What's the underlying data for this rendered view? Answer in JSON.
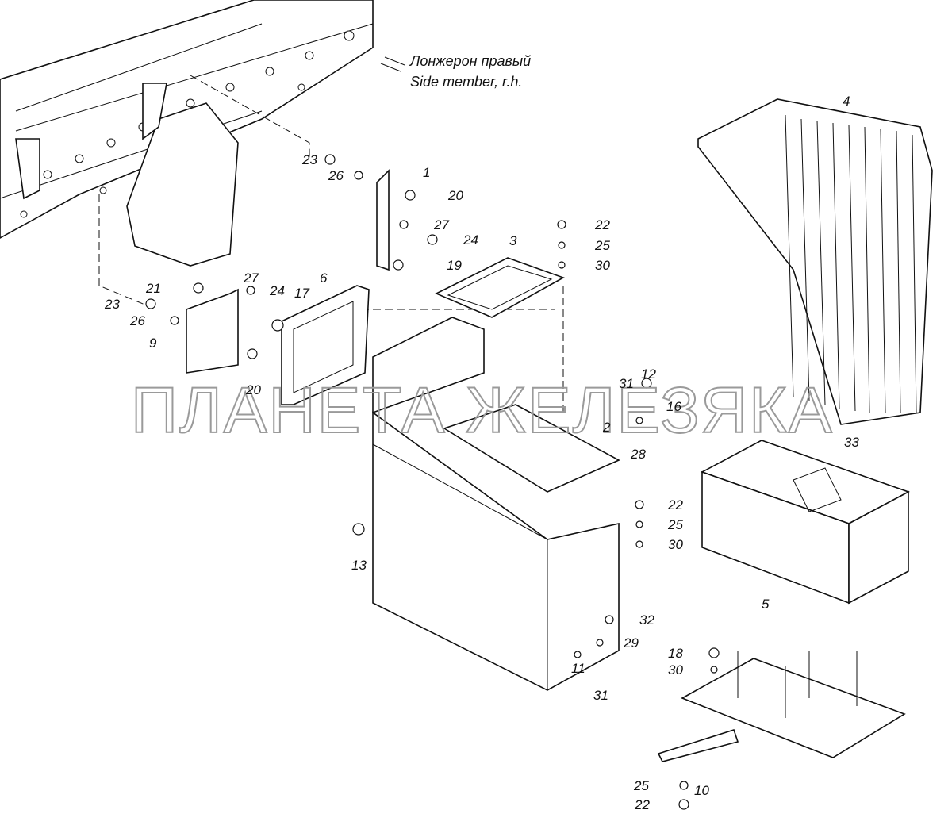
{
  "caption": {
    "ru": "Лонжерон правый",
    "en": "Side member, r.h."
  },
  "watermark": "ПЛАНЕТА ЖЕЛЕЗЯКА",
  "callouts": [
    "4",
    "23",
    "26",
    "1",
    "20",
    "27",
    "24",
    "19",
    "22",
    "25",
    "30",
    "3",
    "21",
    "27",
    "24",
    "17",
    "6",
    "23",
    "26",
    "9",
    "20",
    "12",
    "31",
    "16",
    "2",
    "28",
    "33",
    "22",
    "25",
    "30",
    "13",
    "32",
    "29",
    "11",
    "31",
    "5",
    "18",
    "30",
    "25",
    "10",
    "22"
  ]
}
